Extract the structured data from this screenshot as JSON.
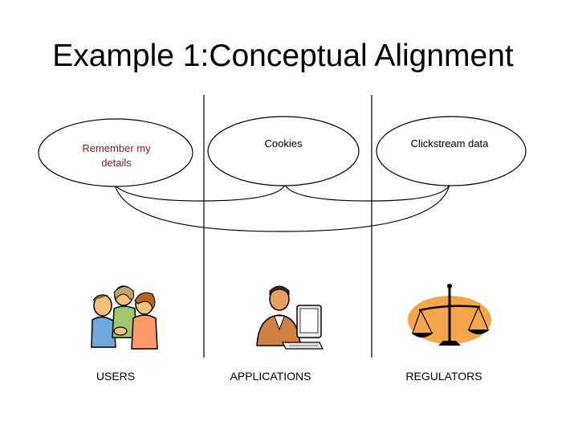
{
  "slide": {
    "title": "Example 1:Conceptual Alignment"
  },
  "ellipses": [
    {
      "label": "Remember my details",
      "color": "#8b1a1a"
    },
    {
      "label": "Cookies",
      "color": "#000000"
    },
    {
      "label": "Clickstream data",
      "color": "#000000"
    }
  ],
  "columns": [
    {
      "label": "USERS",
      "icon": "users-group-icon"
    },
    {
      "label": "APPLICATIONS",
      "icon": "office-worker-computer-icon"
    },
    {
      "label": "REGULATORS",
      "icon": "balance-scale-icon"
    }
  ],
  "colors": {
    "stroke": "#000000",
    "scale_background": "#f5a64a",
    "users_accent": "#ff9966"
  }
}
